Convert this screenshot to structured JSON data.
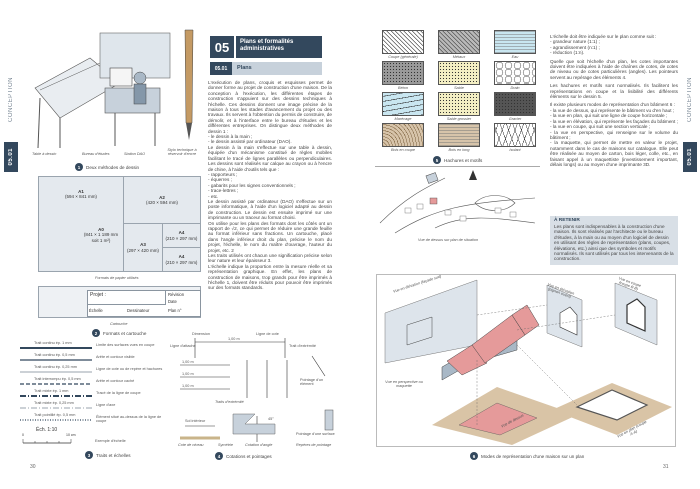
{
  "section_tab": {
    "label": "CONCEPTION",
    "code": "05.01"
  },
  "chapter": {
    "number": "05",
    "title": "Plans et formalités administratives"
  },
  "subsection": {
    "code": "05.01",
    "title": "Plans"
  },
  "body_left": [
    "L'exécution de plans, croquis et esquisses permet de donner forme au projet de construction d'une maison. De la conception à l'exécution, les différentes étapes de construction s'appuient sur des dessins techniques à l'échelle. Ces dessins donnent une image précise de la maison à tous les stades d'avancement du projet ou des travaux. Ils servent à l'obtention du permis de construire, de démolir, et à l'interface entre le bureau d'études et les différentes entreprises. On distingue deux méthodes de dessin 1 :",
    "- le dessin à la main ;",
    "- le dessin assisté par ordinateur (DAO).",
    "Le dessin à la main s'effectue sur une table à dessin, équipée d'un mécanisme constitué de règles mobiles facilitant le tracé de lignes parallèles ou perpendiculaires. Les dessins sont réalisés sur calque au crayon ou à l'encre de chine, à l'aide d'outils tels que :",
    "- rapporteurs ;",
    "- équerres ;",
    "- gabarits pour les signes conventionnels ;",
    "- trace-lettres ;",
    "- etc.",
    "Le dessin assisté par ordinateur (DAO) s'effectue sur un poste informatique, à l'aide d'un logiciel adapté au dessin de construction. Le dessin est ensuite imprimé sur une imprimante ou un traceur au format choisi.",
    "On utilise pour les plans des formats dont les côtés ont un rapport de √2, ce qui permet de réduire une grande feuille au format inférieur sans fractions. Un cartouche, placé dans l'angle inférieur droit du plan, précise le nom du projet, l'échelle, le nom du maître d'ouvrage, l'auteur du projet, etc. 2",
    "Les traits utilisés ont chacun une signification précise selon leur nature et leur épaisseur 3.",
    "L'échelle indique la proportion entre la mesure réelle et sa représentation graphique. En effet, les plans de construction de maisons, trop grands pour être imprimés à l'échelle 1, doivent être réduits pour pouvoir être imprimés sur des formats standards."
  ],
  "body_right": [
    "L'échelle doit être indiquée sur le plan comme suit :",
    "- grandeur nature (1:1) ;",
    "- agrandissement (n:1) ;",
    "- réduction (1:n).",
    "Quelle que soit l'échelle d'un plan, les cotes importantes doivent être indiquées à l'aide de chaînes de cotes, de cotes de niveau ou de cotes particulières (angles). Les pointeurs servent au repérage des éléments 4.",
    "Les hachures et motifs sont normalisés. Ils facilitent les représentations en coupe et la lisibilité des différents éléments sur le dessin 5.",
    "Il existe plusieurs modes de représentation d'un bâtiment 6 :",
    "- la vue de dessus, qui représente le bâtiment vu d'en haut ;",
    "- la vue en plan, qui suit une ligne de coupe horizontale ;",
    "- la vue en élévation, qui représente les façades du bâtiment ;",
    "- la vue en coupe, qui suit une section verticale ;",
    "- la vue en perspective, qui renseigne sur le volume du bâtiment ;",
    "- la maquette, qui permet de mettre en valeur le projet, notamment dans le cas de maisons sur catalogue. Elle peut être réalisée au moyen de carton, bois léger, colle, etc., en faisant appel à un maquettiste (investissement important, délais longs) ou au moyen d'une imprimante 3D."
  ],
  "retenir": {
    "title": "À RETENIR",
    "text": "Les plans sont indispensables à la construction d'une maison. Ils sont réalisés par l'architecte ou le bureau d'études, à la main ou au moyen d'un logiciel de dessin en utilisant des règles de représentation (plans, coupes, élévations, etc.) ainsi que des symboles et motifs normalisés. Ils sont utilisés par tous les intervenants de la construction."
  },
  "fig1": {
    "labels": [
      "Table à dessin",
      "Bureau d'études",
      "Station DAO",
      "Stylo technique à réservoir d'encre"
    ],
    "caption": "Deux méthodes de dessin",
    "n": "1"
  },
  "fig2": {
    "formats": [
      {
        "name": "A1",
        "size": "(594 × 841 mm)"
      },
      {
        "name": "A2",
        "size": "(420 × 594 mm)"
      },
      {
        "name": "A0",
        "size": "(841 × 1 189 mm",
        "extra": "soit 1 m²)"
      },
      {
        "name": "A3",
        "size": "(297 × 420 mm)"
      },
      {
        "name": "A4",
        "size": "(210 × 297 mm)"
      },
      {
        "name": "A4",
        "size": "(210 × 297 mm)"
      }
    ],
    "formats_caption": "Formats de papier utilisés",
    "cartouche": {
      "projet": "Projet :",
      "revision": "Révision",
      "date": "Date",
      "echelle": "Échelle",
      "dessinateur": "Dessinateur",
      "plan": "Plan n°"
    },
    "cartouche_caption": "Cartouche",
    "caption": "Formats et cartouche",
    "n": "2"
  },
  "fig3": {
    "lines": [
      {
        "name": "Trait continu ép. 1 mm",
        "use": "Limite des surfaces vues en coupe",
        "style": "solid",
        "w": 2
      },
      {
        "name": "Trait continu ép. 0,5 mm",
        "use": "Arête et contour visible",
        "style": "solid",
        "w": 1.2
      },
      {
        "name": "Trait continu ép. 0,25 mm",
        "use": "Ligne de cote ou de repère et hachures",
        "style": "solid",
        "w": 0.6
      },
      {
        "name": "Trait interrompu ép. 0,5 mm",
        "use": "Arête et contour caché",
        "style": "dashed",
        "w": 1.2
      },
      {
        "name": "Trait mixte ép. 1 mm",
        "use": "Tracé de la ligne de coupe",
        "style": "dashdot",
        "w": 2
      },
      {
        "name": "Trait mixte ép. 0,25 mm",
        "use": "Ligne d'axe",
        "style": "dashdot",
        "w": 0.6
      },
      {
        "name": "Trait pointillé ép. 0,5 mm",
        "use": "Élément situé au-dessus de la ligne de coupe",
        "style": "dotted",
        "w": 1.2
      }
    ],
    "scale_title": "Éch. 1:10",
    "scale_start": "0",
    "scale_end": "10 cm",
    "scale_label": "Exemple d'échelle",
    "caption": "Traits et échelles",
    "n": "3"
  },
  "fig4": {
    "labels": {
      "dimension": "Dimension",
      "ligne_cote": "Ligne de cote",
      "ligne_attache": "Ligne d'attache",
      "trait_extremite": "Trait d'extrémité",
      "val": "1,00 m",
      "traits": "Traits d'extrémité",
      "pointage_element": "Pointage d'un élément",
      "sol": "Sol intérieur",
      "cote_niveau": "Cote de niveau",
      "symetrie": "Symétrie",
      "angle": "Cotation d'angle",
      "angle_val": "45°",
      "pointage_surface": "Pointage d'une surface",
      "reperes": "Repères de pointage"
    },
    "caption": "Cotations et pointages",
    "n": "4"
  },
  "fig5": {
    "items": [
      {
        "name": "Coupe (générale)",
        "color": "#ffffff",
        "pattern": "diag"
      },
      {
        "name": "Métaux",
        "color": "#b9b9b9",
        "pattern": "diag"
      },
      {
        "name": "Eau",
        "color": "#c9e6f0",
        "pattern": "lines"
      },
      {
        "name": "Béton",
        "color": "#9a9a9a",
        "pattern": "dots"
      },
      {
        "name": "Sable",
        "color": "#f4efc4",
        "pattern": "dots"
      },
      {
        "name": "Drain",
        "color": "#ffffff",
        "pattern": "stones"
      },
      {
        "name": "Marécage",
        "color": "#c9e6f0",
        "pattern": "dash"
      },
      {
        "name": "Sable grossier",
        "color": "#f4efc4",
        "pattern": "dots"
      },
      {
        "name": "Gravier",
        "color": "#555555",
        "pattern": "dots"
      },
      {
        "name": "Bois en coupe",
        "color": "#d7c4aa",
        "pattern": "wood"
      },
      {
        "name": "Bois en long",
        "color": "#d7c4aa",
        "pattern": "lines"
      },
      {
        "name": "Isolant",
        "color": "#ffffff",
        "pattern": "zigzag"
      }
    ],
    "caption": "Hachures et motifs",
    "n": "5",
    "site_caption": "Vue de dessus sur plan de situation"
  },
  "fig6": {
    "labels": {
      "elevation_sud": "Vue en élévation (façade sud)",
      "elevation_ouest": "Vue en élévation (pignon ouest)",
      "coupe": "Vue en coupe (coupe B-B)",
      "perspective": "Vue en perspective ou maquette",
      "dessus": "Vue de dessus",
      "plan": "Vue en plan (coupe A-A)",
      "a": "A",
      "b": "B",
      "north": "N"
    },
    "caption": "Modes de représentation d'une maison sur un plan",
    "n": "6"
  },
  "colors": {
    "accent": "#33485d",
    "band": "#c7d1db",
    "roof": "#e59a9a",
    "wall": "#a9b8c6",
    "ground": "#d9c4a6"
  },
  "pages": {
    "left": "30",
    "right": "31"
  }
}
